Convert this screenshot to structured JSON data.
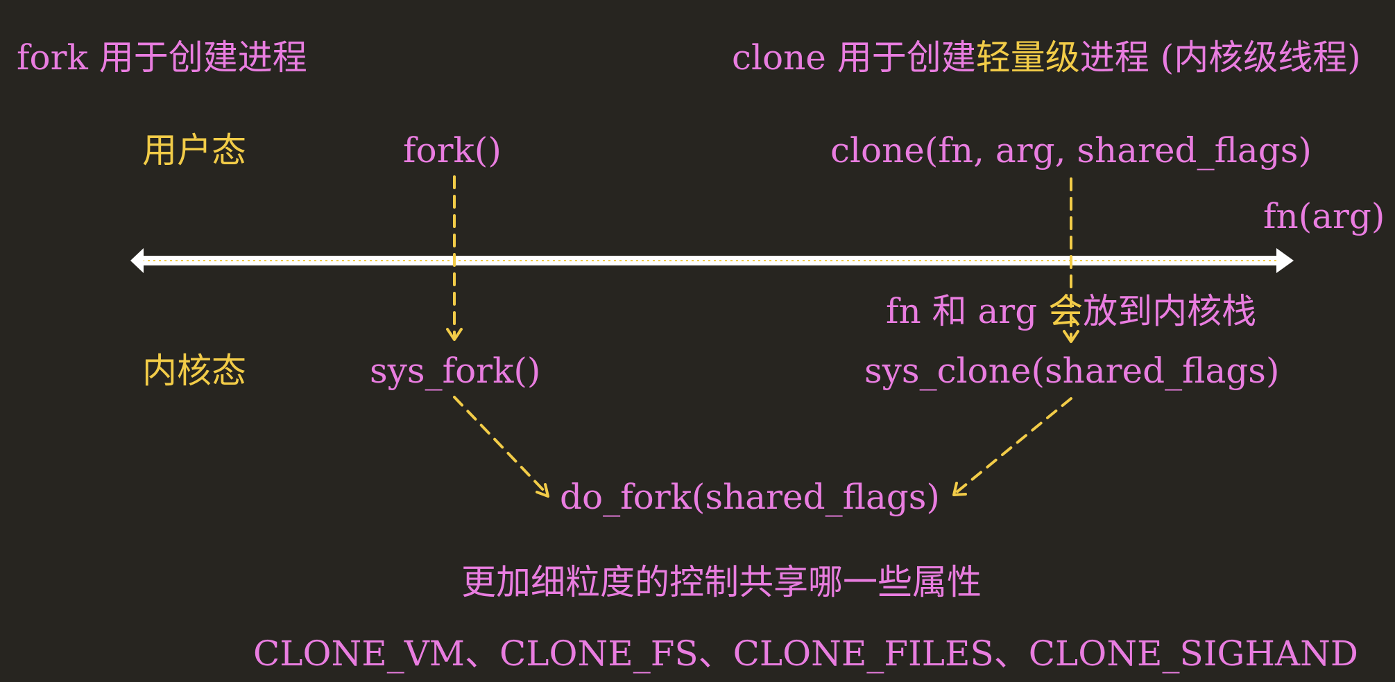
{
  "headings": {
    "fork_heading": "fork 用于创建进程",
    "clone_heading_prefix": "clone 用于创建",
    "clone_heading_highlight": "轻量级",
    "clone_heading_suffix": "进程 (内核级线程)"
  },
  "levels": {
    "user_mode": "用户态",
    "kernel_mode": "内核态"
  },
  "calls": {
    "fork_call": "fork()",
    "clone_call": "clone(fn, arg, shared_flags)",
    "fn_arg": "fn(arg)",
    "sys_fork": "sys_fork()",
    "sys_clone": "sys_clone(shared_flags)",
    "do_fork": "do_fork(shared_flags)"
  },
  "notes": {
    "kernel_stack_prefix": "fn 和 arg ",
    "kernel_stack_highlight": "会",
    "kernel_stack_suffix": "放到内核栈",
    "fine_grained": "更加细粒度的控制共享哪一些属性",
    "flags": "CLONE_VM、CLONE_FS、CLONE_FILES、CLONE_SIGHAND"
  },
  "colors": {
    "background": "#272520",
    "text_pink": "#e97de0",
    "text_gold": "#f2cc48",
    "arrow_gold": "#f2cc48",
    "boundary_line": "#ffffff"
  }
}
